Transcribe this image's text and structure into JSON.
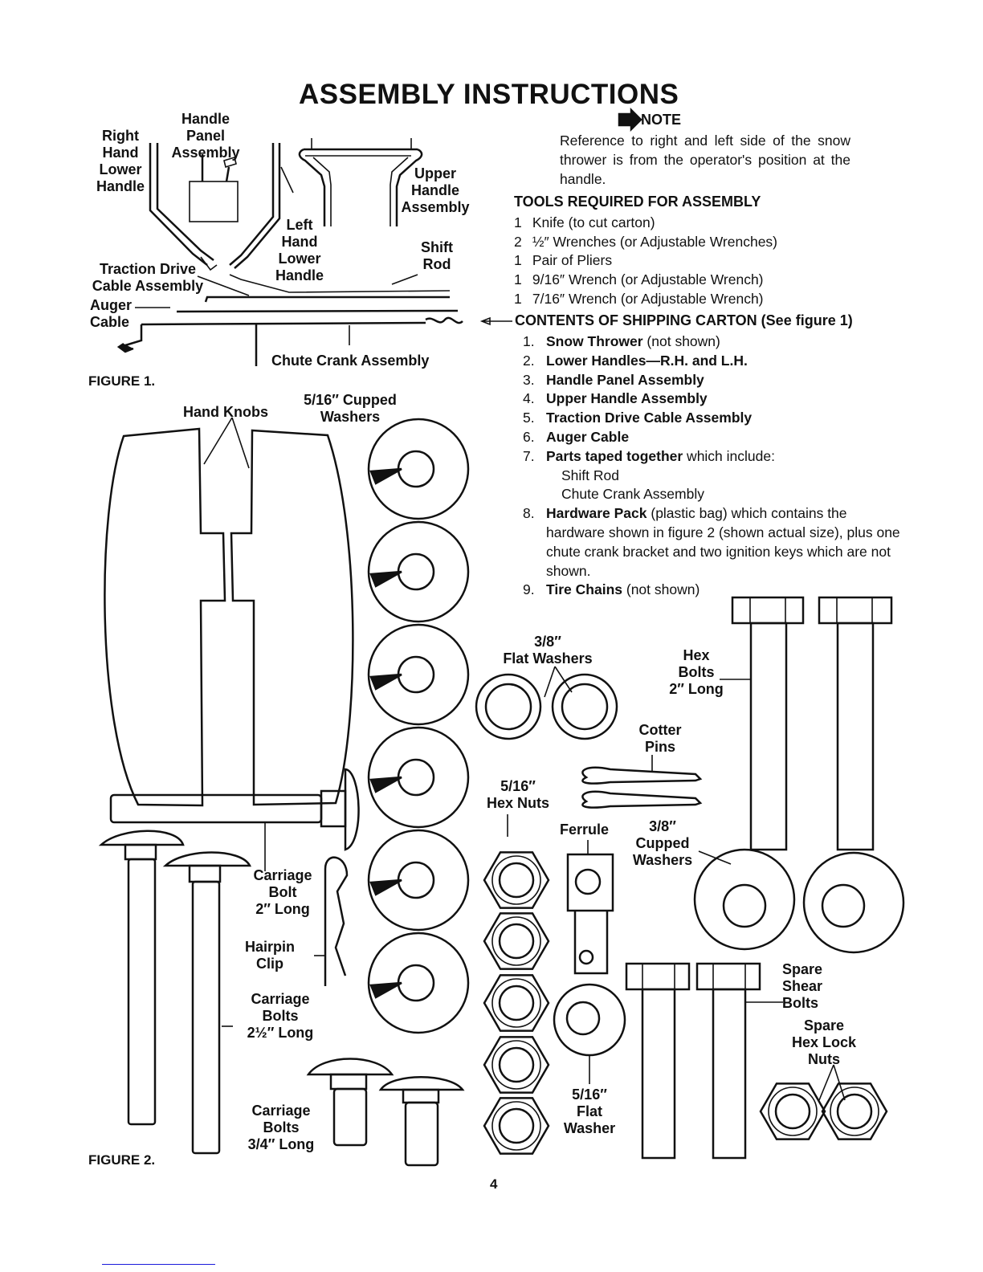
{
  "page": {
    "title": "ASSEMBLY INSTRUCTIONS",
    "page_number": "4"
  },
  "figure1": {
    "caption": "FIGURE 1.",
    "labels": {
      "right_hand_lower_handle": [
        "Right",
        "Hand",
        "Lower",
        "Handle"
      ],
      "handle_panel_assembly": [
        "Handle",
        "Panel",
        "Assembly"
      ],
      "upper_handle_assembly": [
        "Upper",
        "Handle",
        "Assembly"
      ],
      "left_hand_lower_handle": [
        "Left",
        "Hand",
        "Lower",
        "Handle"
      ],
      "shift_rod": [
        "Shift",
        "Rod"
      ],
      "traction_drive_cable": [
        "Traction Drive",
        "Cable Assembly"
      ],
      "auger_cable": [
        "Auger",
        "Cable"
      ],
      "chute_crank_assembly": "Chute Crank Assembly"
    }
  },
  "note": {
    "heading": "NOTE",
    "icon": "arrow-right-icon",
    "body": "Reference to right and left side of the snow thrower is from the operator's position at the handle."
  },
  "tools": {
    "heading": "TOOLS REQUIRED FOR ASSEMBLY",
    "items": [
      {
        "qty": "1",
        "text": "Knife (to cut carton)"
      },
      {
        "qty": "2",
        "text": "½″ Wrenches (or Adjustable Wrenches)"
      },
      {
        "qty": "1",
        "text": "Pair of Pliers"
      },
      {
        "qty": "1",
        "text": "9/16″ Wrench (or Adjustable Wrench)"
      },
      {
        "qty": "1",
        "text": "7/16″ Wrench (or Adjustable Wrench)"
      }
    ]
  },
  "contents": {
    "heading": "CONTENTS OF SHIPPING CARTON (See figure 1)",
    "items": [
      {
        "num": "1.",
        "bold": "Snow Thrower",
        "rest": " (not shown)"
      },
      {
        "num": "2.",
        "bold": "Lower Handles—R.H. and L.H.",
        "rest": ""
      },
      {
        "num": "3.",
        "bold": "Handle Panel Assembly",
        "rest": ""
      },
      {
        "num": "4.",
        "bold": "Upper Handle Assembly",
        "rest": ""
      },
      {
        "num": "5.",
        "bold": "Traction Drive Cable Assembly",
        "rest": ""
      },
      {
        "num": "6.",
        "bold": "Auger Cable",
        "rest": ""
      },
      {
        "num": "7.",
        "bold": "Parts taped together",
        "rest": " which include:"
      },
      {
        "num": "8.",
        "bold": "Hardware Pack",
        "rest": " (plastic bag) which contains the hardware shown in figure 2 (shown actual size), plus one chute crank bracket and two ignition keys which are not shown."
      },
      {
        "num": "9.",
        "bold": "Tire Chains",
        "rest": " (not shown)"
      }
    ],
    "item7_subitems": [
      "Shift Rod",
      "Chute Crank Assembly"
    ]
  },
  "figure2": {
    "caption": "FIGURE 2.",
    "labels": {
      "hand_knobs": "Hand Knobs",
      "cupped_washers_516": [
        "5/16″ Cupped",
        "Washers"
      ],
      "flat_washers_38": [
        "3/8″",
        "Flat Washers"
      ],
      "hex_bolts": [
        "Hex",
        "Bolts",
        "2″ Long"
      ],
      "cotter_pins": [
        "Cotter",
        "Pins"
      ],
      "hex_nuts_516": [
        "5/16″",
        "Hex Nuts"
      ],
      "ferrule": "Ferrule",
      "cupped_washers_38": [
        "3/8″",
        "Cupped",
        "Washers"
      ],
      "carriage_bolt_2": [
        "Carriage",
        "Bolt",
        "2″ Long"
      ],
      "hairpin_clip": [
        "Hairpin",
        "Clip"
      ],
      "carriage_bolts_25": [
        "Carriage",
        "Bolts",
        "2½″ Long"
      ],
      "carriage_bolts_34": [
        "Carriage",
        "Bolts",
        "3/4″ Long"
      ],
      "flat_washer_516": [
        "5/16″",
        "Flat",
        "Washer"
      ],
      "spare_shear_bolts": [
        "Spare",
        "Shear",
        "Bolts"
      ],
      "spare_hex_lock_nuts": [
        "Spare",
        "Hex Lock",
        "Nuts"
      ]
    }
  }
}
